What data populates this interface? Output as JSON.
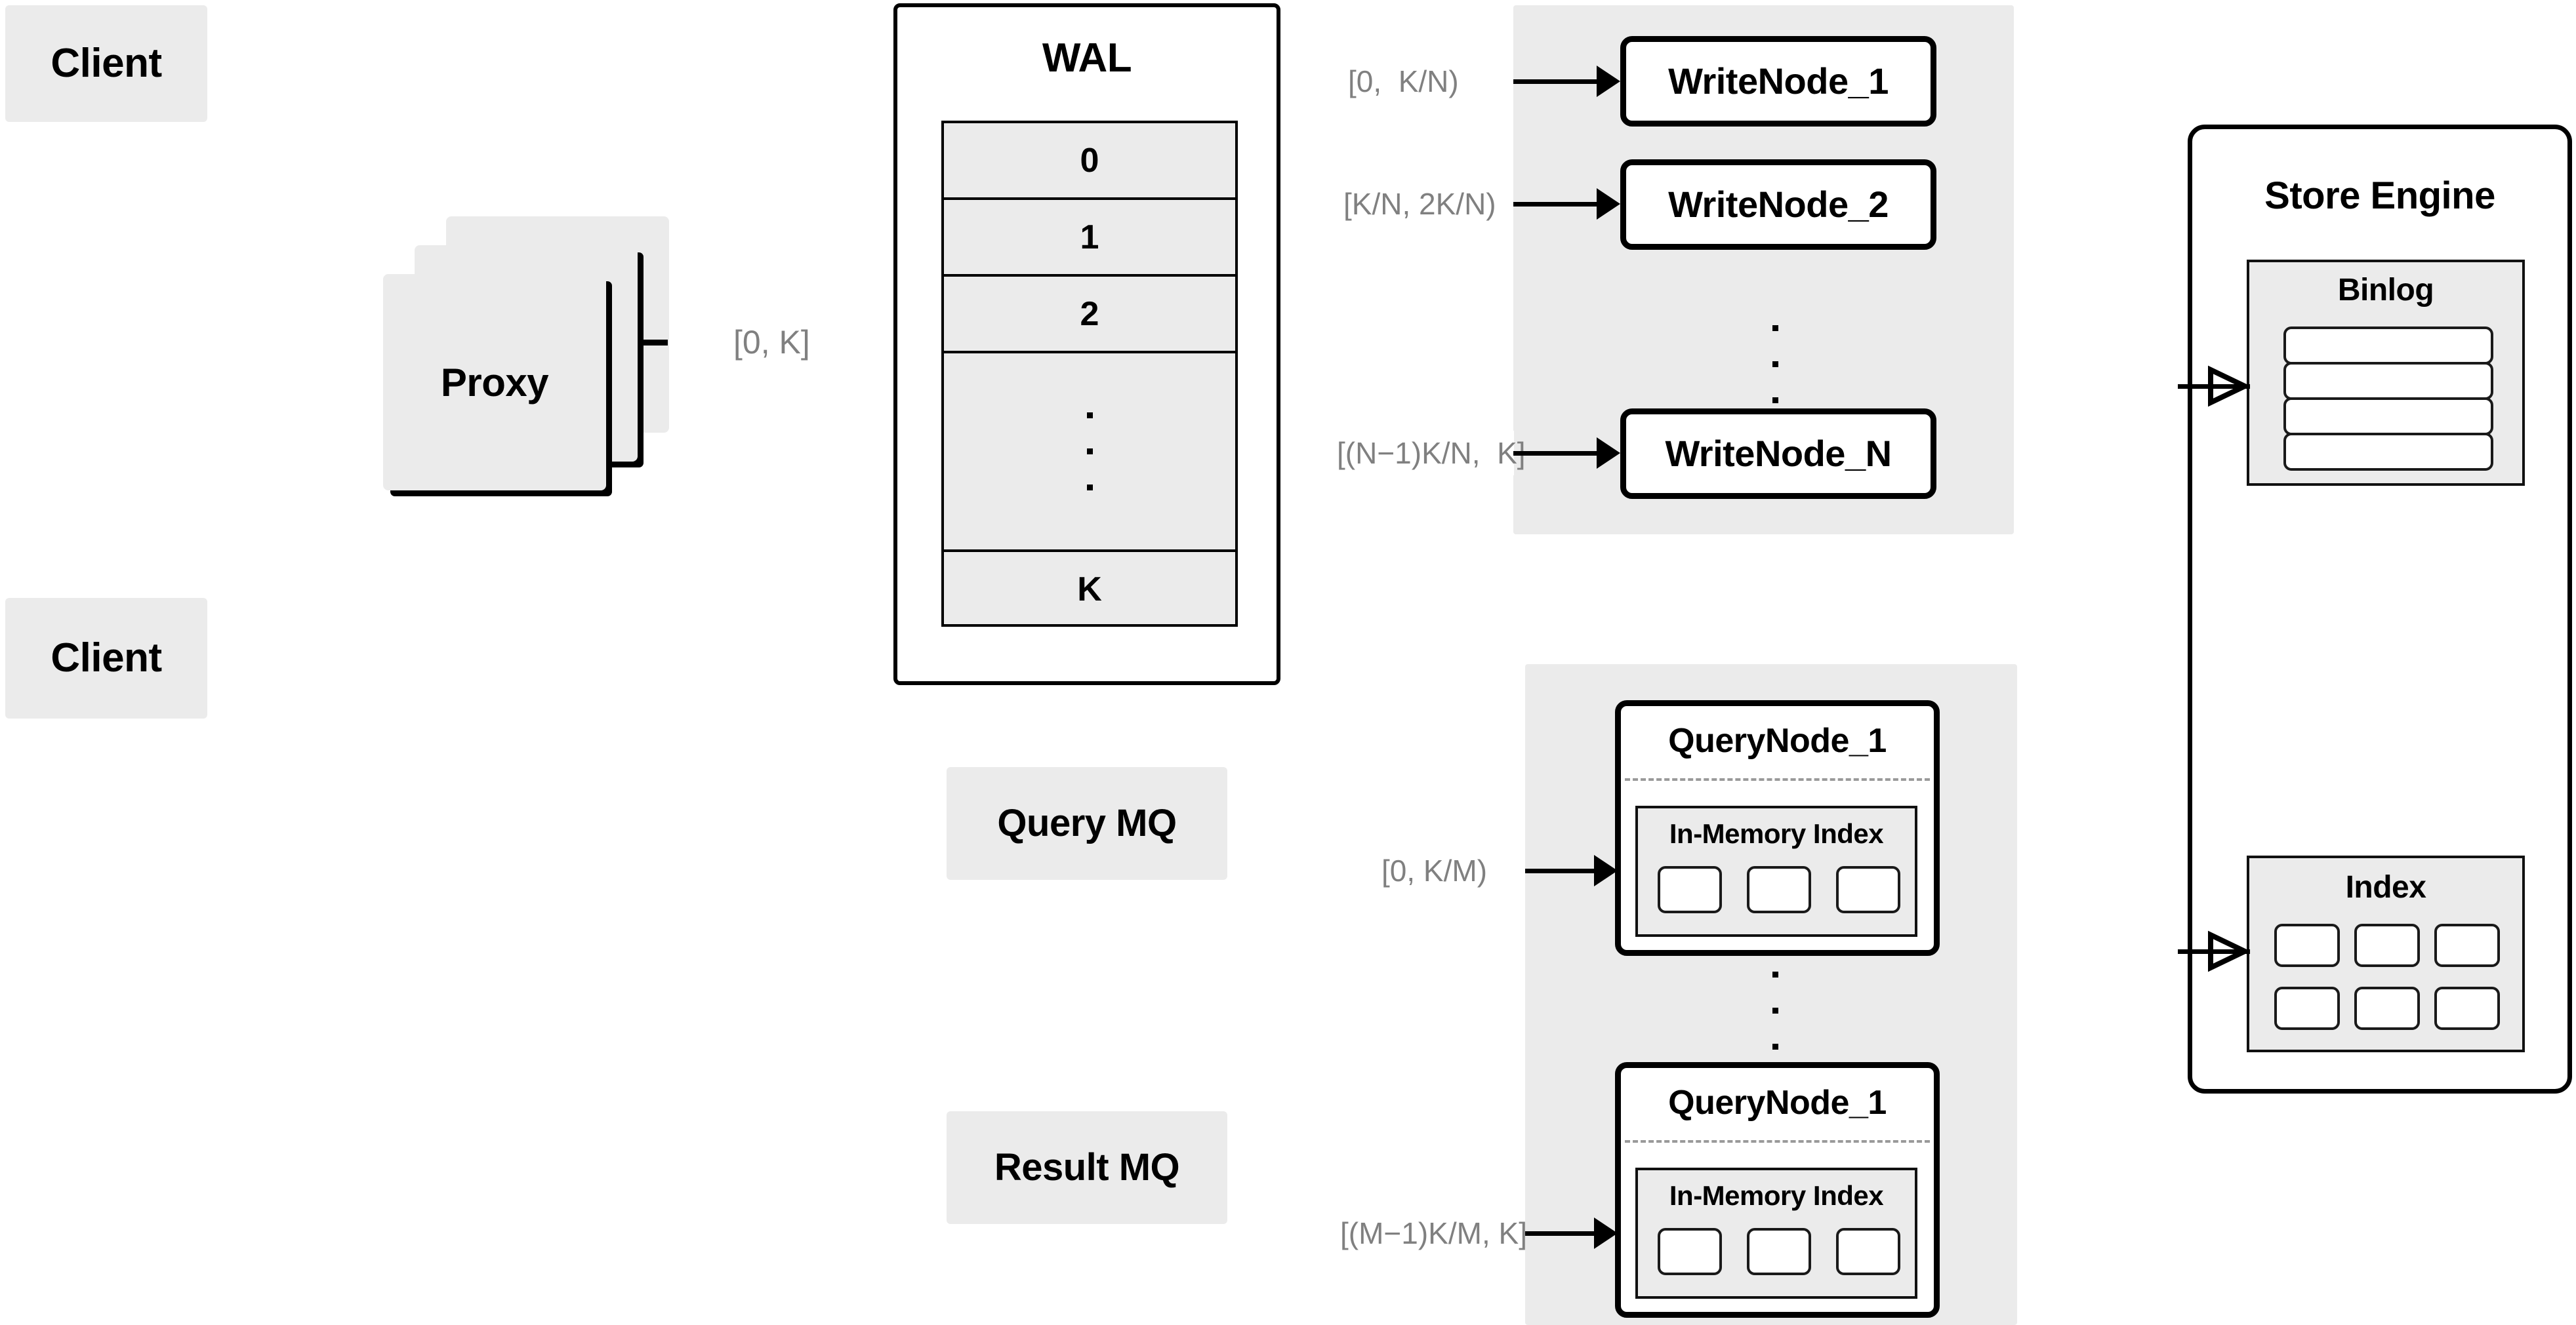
{
  "diagram": {
    "title": "Distributed write/query engine architecture",
    "colors": {
      "background": "#ffffff",
      "fill_gray": "#ebebeb",
      "stroke_black": "#000000",
      "annotation_gray": "#808080",
      "dash_gray": "#9a9a9a"
    }
  },
  "clients": [
    {
      "label": "Client"
    },
    {
      "label": "Client"
    }
  ],
  "proxy": {
    "label": "Proxy",
    "stack_count": 3,
    "output_range": "[0, K]"
  },
  "wal": {
    "title": "WAL",
    "rows": [
      {
        "label": "0",
        "kind": "entry"
      },
      {
        "label": "1",
        "kind": "entry"
      },
      {
        "label": "2",
        "kind": "entry"
      },
      {
        "label": "",
        "kind": "ellipsis"
      },
      {
        "label": "K",
        "kind": "entry"
      }
    ]
  },
  "write_group": {
    "nodes": [
      {
        "label": "WriteNode_1",
        "range": "[0,  K/N)"
      },
      {
        "label": "WriteNode_2",
        "range": "[K/N, 2K/N)"
      },
      {
        "label": "WriteNode_N",
        "range": "[(N−1)K/N,  K]"
      }
    ],
    "ellipsis_between": true
  },
  "query_group": {
    "nodes": [
      {
        "label": "QueryNode_1",
        "range": "[0, K/M)",
        "index": {
          "title": "In-Memory Index",
          "slot_count": 3
        }
      },
      {
        "label": "QueryNode_1",
        "range": "[(M−1)K/M, K]",
        "index": {
          "title": "In-Memory Index",
          "slot_count": 3
        }
      }
    ],
    "ellipsis_between": true
  },
  "queues": [
    {
      "label": "Query MQ"
    },
    {
      "label": "Result MQ"
    }
  ],
  "store_engine": {
    "title": "Store Engine",
    "binlog": {
      "title": "Binlog",
      "row_count": 4
    },
    "index": {
      "title": "Index",
      "rows": 2,
      "cols": 3
    }
  },
  "icons": {
    "arrow_filled": "arrow-right-filled-icon",
    "arrow_open": "arrow-right-open-icon",
    "vertical_ellipsis": "vertical-ellipsis-icon"
  }
}
